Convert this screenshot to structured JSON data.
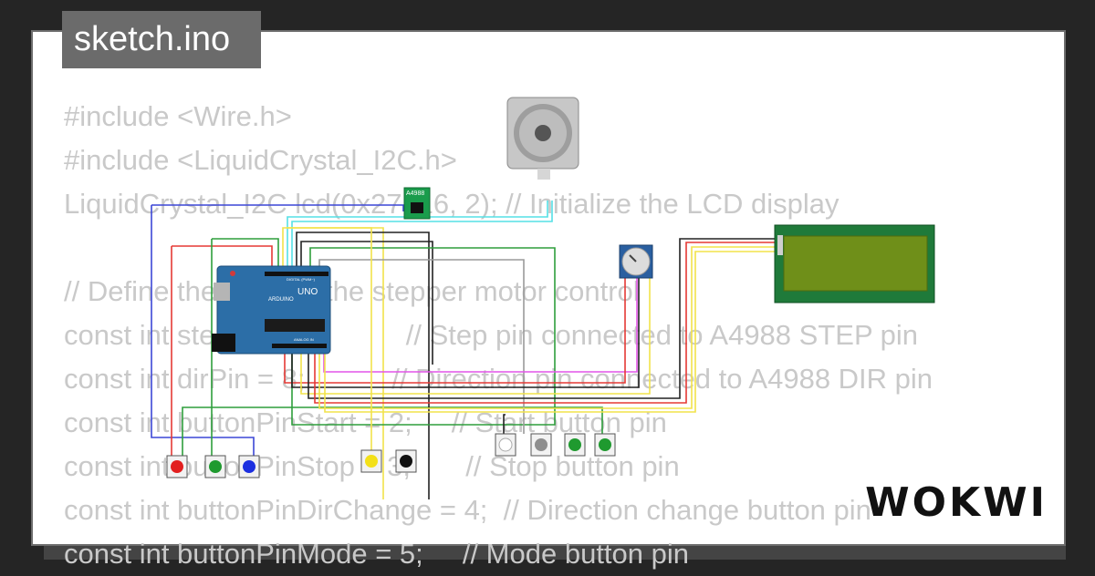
{
  "title": "sketch.ino",
  "brand": "WOKWI",
  "code": {
    "lines": [
      "#include <Wire.h>",
      "#include <LiquidCrystal_I2C.h>",
      "LiquidCrystal_I2C lcd(0x27, 16, 2); // Initialize the LCD display",
      "",
      "// Define the pins for the stepper motor control",
      "const int stepPin = 9;          // Step pin connected to A4988 STEP pin",
      "const int dirPin = 8;           // Direction pin connected to A4988 DIR pin",
      "const int buttonPinStart = 2;     // Start button pin",
      "const int buttonPinStop = 3;       // Stop button pin",
      "const int buttonPinDirChange = 4;  // Direction change button pin",
      "const int buttonPinMode = 5;     // Mode button pin"
    ]
  },
  "components": {
    "driver_label": "A4988",
    "board_label": "UNO",
    "board_brand": "ARDUINO",
    "board_header_digital": "DIGITAL (PWM~)",
    "board_header_analog": "ANALOG IN",
    "left_buttons": [
      "red",
      "green",
      "blue"
    ],
    "mid_buttons": [
      "yellow",
      "black"
    ],
    "right_buttons": [
      "white",
      "gray",
      "green",
      "green"
    ]
  },
  "colors": {
    "background": "#252525",
    "card": "#ffffff",
    "code_text": "#c9c9c9",
    "tab": "#6b6b6b",
    "arduino": "#2c6ea7",
    "lcd_frame": "#1f7a3a",
    "lcd_screen": "#6f8f19",
    "driver": "#1a9c4c",
    "wire_red": "#e53935",
    "wire_green": "#2e9e3c",
    "wire_blue": "#3c47d6",
    "wire_yellow": "#f2e34a",
    "wire_black": "#222222",
    "wire_cyan": "#55e0e6",
    "wire_magenta": "#e255e8",
    "wire_gray": "#9a9a9a"
  }
}
